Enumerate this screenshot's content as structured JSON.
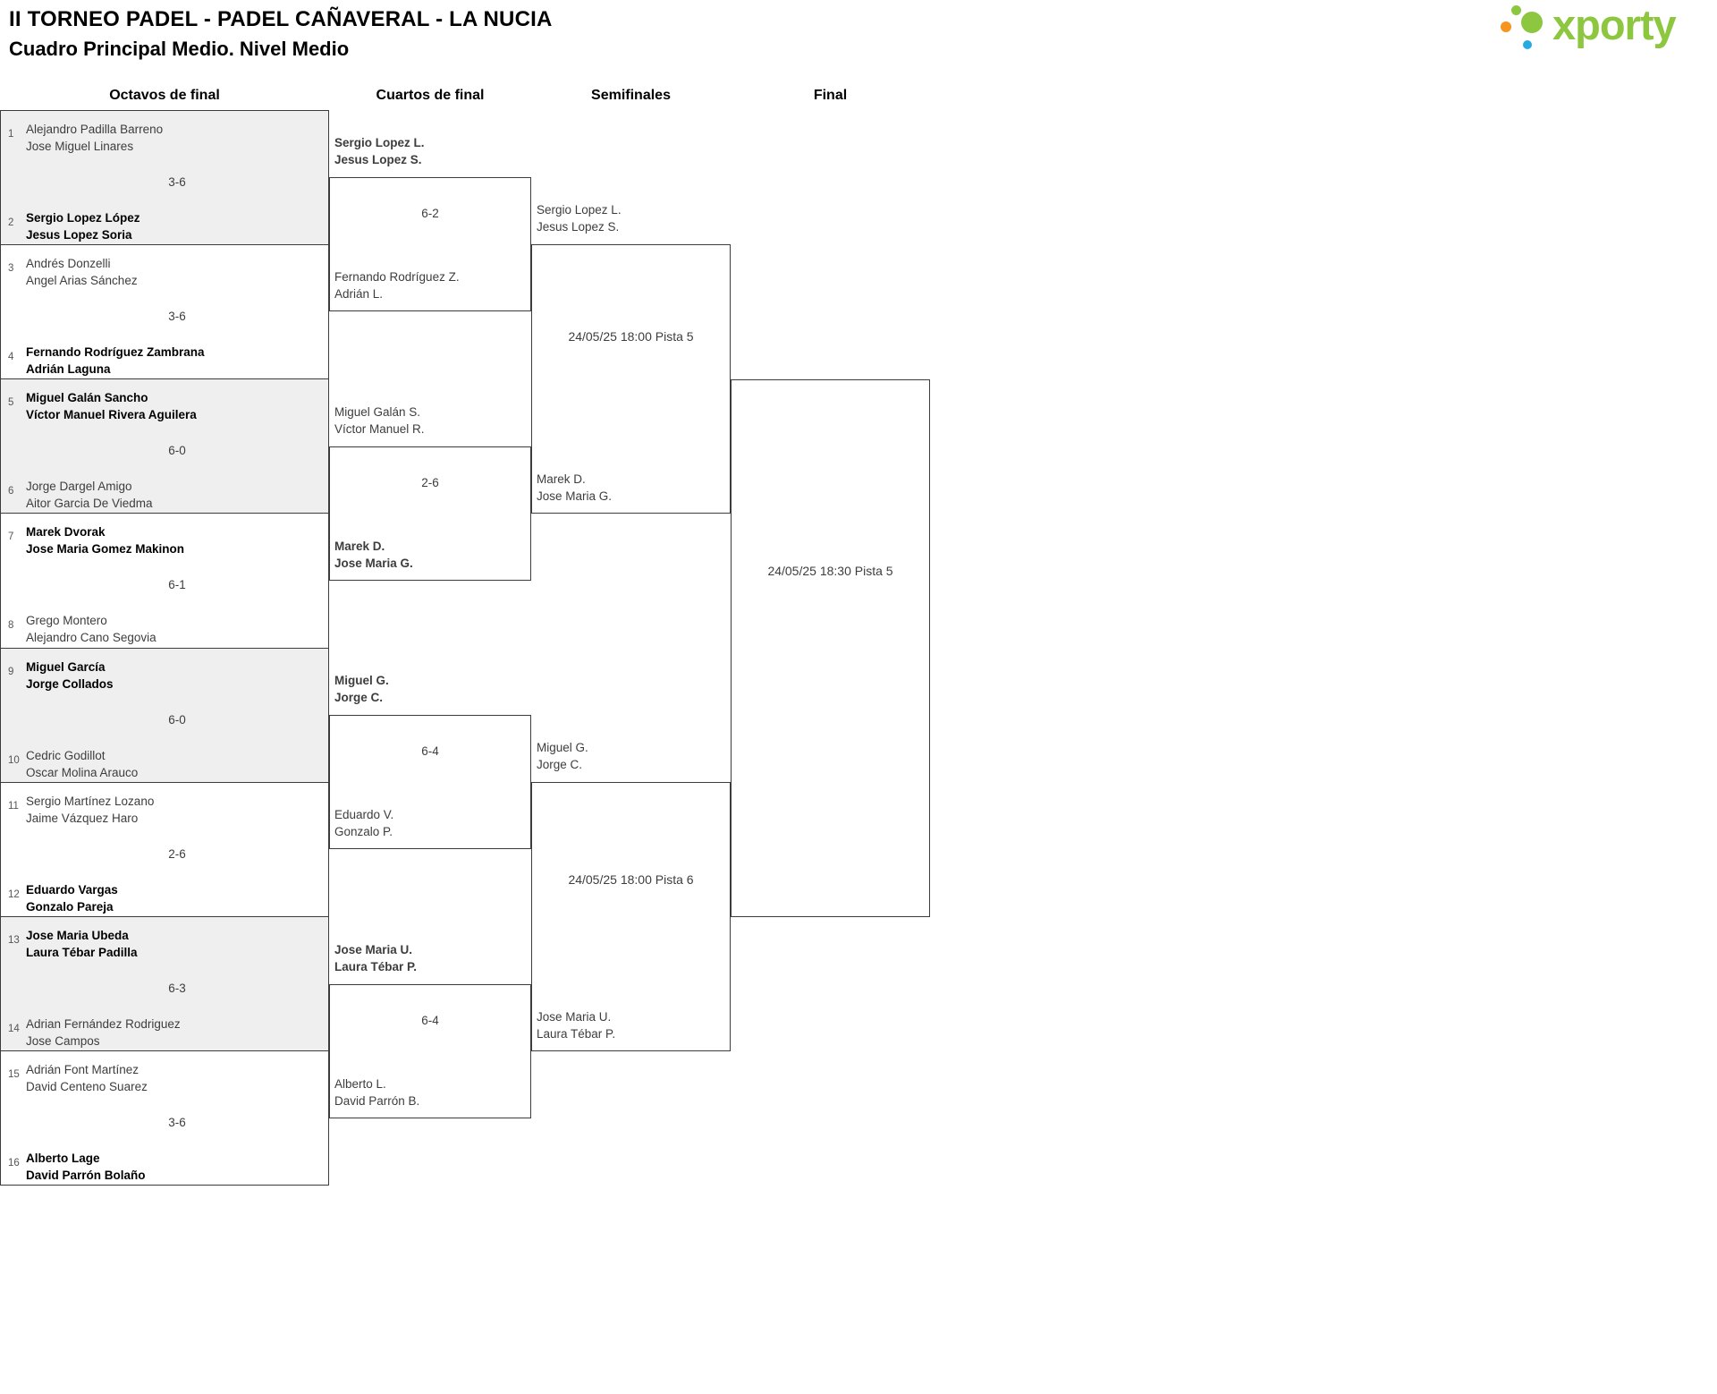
{
  "page": {
    "title": "II TORNEO PADEL - PADEL CAÑAVERAL - LA NUCIA",
    "subtitle": "Cuadro Principal Medio. Nivel Medio"
  },
  "logo": {
    "text": "xporty",
    "dots": [
      "green-dot",
      "orange-dot",
      "green-dot-large",
      "blue-dot"
    ]
  },
  "rounds": [
    "Octavos de final",
    "Cuartos de final",
    "Semifinales",
    "Final"
  ],
  "octavos": [
    {
      "seed_a": "1",
      "team_a": [
        "Alejandro Padilla Barreno",
        "Jose Miguel Linares"
      ],
      "a_winner": false,
      "score": "3-6",
      "seed_b": "2",
      "team_b": [
        "Sergio Lopez López",
        "Jesus Lopez Soria"
      ],
      "b_winner": true
    },
    {
      "seed_a": "3",
      "team_a": [
        "Andrés Donzelli",
        "Angel Arias Sánchez"
      ],
      "a_winner": false,
      "score": "3-6",
      "seed_b": "4",
      "team_b": [
        "Fernando Rodríguez Zambrana",
        "Adrián Laguna"
      ],
      "b_winner": true
    },
    {
      "seed_a": "5",
      "team_a": [
        "Miguel Galán Sancho",
        "Víctor Manuel Rivera Aguilera"
      ],
      "a_winner": true,
      "score": "6-0",
      "seed_b": "6",
      "team_b": [
        "Jorge Dargel Amigo",
        "Aitor Garcia De Viedma"
      ],
      "b_winner": false
    },
    {
      "seed_a": "7",
      "team_a": [
        "Marek Dvorak",
        "Jose Maria Gomez Makinon"
      ],
      "a_winner": true,
      "score": "6-1",
      "seed_b": "8",
      "team_b": [
        "Grego Montero",
        "Alejandro Cano Segovia"
      ],
      "b_winner": false
    },
    {
      "seed_a": "9",
      "team_a": [
        "Miguel García",
        "Jorge Collados"
      ],
      "a_winner": true,
      "score": "6-0",
      "seed_b": "10",
      "team_b": [
        "Cedric Godillot",
        "Oscar Molina Arauco"
      ],
      "b_winner": false
    },
    {
      "seed_a": "11",
      "team_a": [
        "Sergio Martínez Lozano",
        "Jaime Vázquez Haro"
      ],
      "a_winner": false,
      "score": "2-6",
      "seed_b": "12",
      "team_b": [
        "Eduardo Vargas",
        "Gonzalo Pareja"
      ],
      "b_winner": true
    },
    {
      "seed_a": "13",
      "team_a": [
        "Jose Maria Ubeda",
        "Laura Tébar Padilla"
      ],
      "a_winner": true,
      "score": "6-3",
      "seed_b": "14",
      "team_b": [
        "Adrian Fernández Rodriguez",
        "Jose Campos"
      ],
      "b_winner": false
    },
    {
      "seed_a": "15",
      "team_a": [
        "Adrián Font Martínez",
        "David Centeno Suarez"
      ],
      "a_winner": false,
      "score": "3-6",
      "seed_b": "16",
      "team_b": [
        "Alberto Lage",
        "David Parrón Bolaño"
      ],
      "b_winner": true
    }
  ],
  "cuartos": [
    {
      "top": [
        "Sergio Lopez L.",
        "Jesus Lopez S."
      ],
      "top_winner": true,
      "score": "6-2",
      "bottom": [
        "Fernando Rodríguez Z.",
        "Adrián L."
      ],
      "bottom_winner": false
    },
    {
      "top": [
        "Miguel Galán S.",
        "Víctor Manuel R."
      ],
      "top_winner": false,
      "score": "2-6",
      "bottom": [
        "Marek D.",
        "Jose Maria G."
      ],
      "bottom_winner": true
    },
    {
      "top": [
        "Miguel G.",
        "Jorge C."
      ],
      "top_winner": true,
      "score": "6-4",
      "bottom": [
        "Eduardo V.",
        "Gonzalo P."
      ],
      "bottom_winner": false
    },
    {
      "top": [
        "Jose Maria U.",
        "Laura Tébar P."
      ],
      "top_winner": true,
      "score": "6-4",
      "bottom": [
        "Alberto L.",
        "David Parrón B."
      ],
      "bottom_winner": false
    }
  ],
  "semifinales": [
    {
      "top": [
        "Sergio Lopez L.",
        "Jesus Lopez S."
      ],
      "schedule": "24/05/25 18:00 Pista 5",
      "bottom": [
        "Marek D.",
        "Jose Maria G."
      ]
    },
    {
      "top": [
        "Miguel G.",
        "Jorge C."
      ],
      "schedule": "24/05/25 18:00 Pista 6",
      "bottom": [
        "Jose Maria U.",
        "Laura Tébar P."
      ]
    }
  ],
  "final": {
    "schedule": "24/05/25 18:30 Pista 5"
  },
  "colors": {
    "brand_green": "#8dc63f",
    "brand_orange": "#f7941e",
    "brand_blue": "#27aae1",
    "row_shade": "#efefef",
    "border": "#3c3c3c"
  }
}
